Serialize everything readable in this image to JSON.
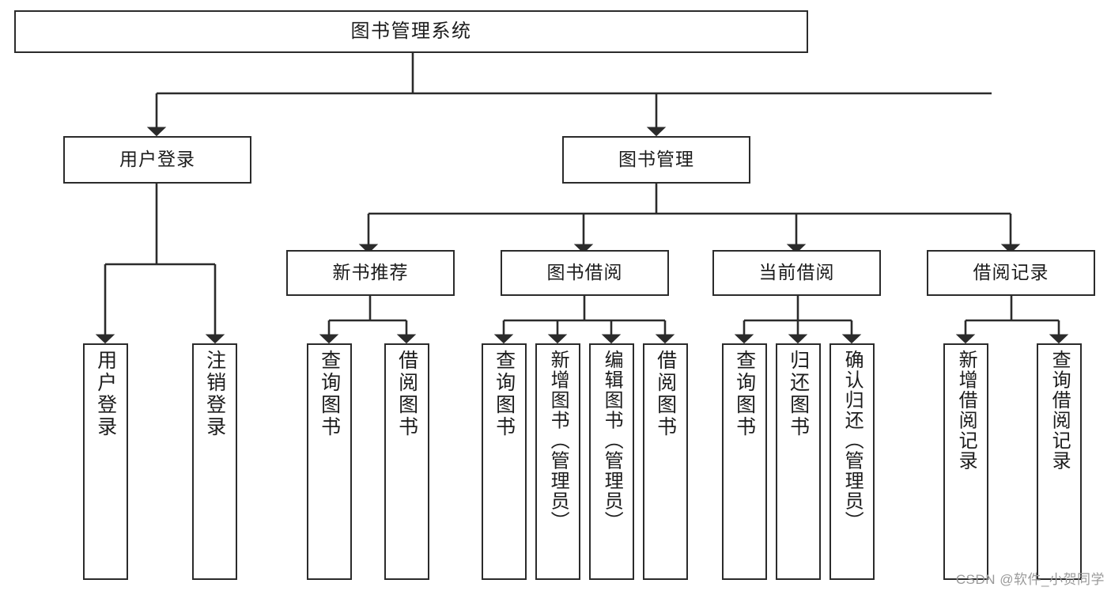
{
  "diagram": {
    "title": "图书管理系统",
    "type": "hierarchy-tree",
    "stroke_color": "#2b2b2b",
    "background_color": "#ffffff",
    "text_color": "#1c1c1c"
  },
  "root": {
    "label": "图书管理系统"
  },
  "level2": [
    {
      "label": "用户登录"
    },
    {
      "label": "图书管理"
    }
  ],
  "level3": [
    {
      "label": "新书推荐"
    },
    {
      "label": "图书借阅"
    },
    {
      "label": "当前借阅"
    },
    {
      "label": "借阅记录"
    }
  ],
  "leaves": {
    "user_login": [
      {
        "label": "用户登录"
      },
      {
        "label": "注销登录"
      }
    ],
    "new_book_recommend": [
      {
        "label": "查询图书"
      },
      {
        "label": "借阅图书"
      }
    ],
    "book_borrow": [
      {
        "label": "查询图书"
      },
      {
        "label": "新增图书（管理员）"
      },
      {
        "label": "编辑图书（管理员）"
      },
      {
        "label": "借阅图书"
      }
    ],
    "current_borrow": [
      {
        "label": "查询图书"
      },
      {
        "label": "归还图书"
      },
      {
        "label": "确认归还（管理员）"
      }
    ],
    "borrow_record": [
      {
        "label": "新增借阅记录"
      },
      {
        "label": "查询借阅记录"
      }
    ]
  },
  "watermark": {
    "text": "CSDN @软件_小贺同学"
  }
}
